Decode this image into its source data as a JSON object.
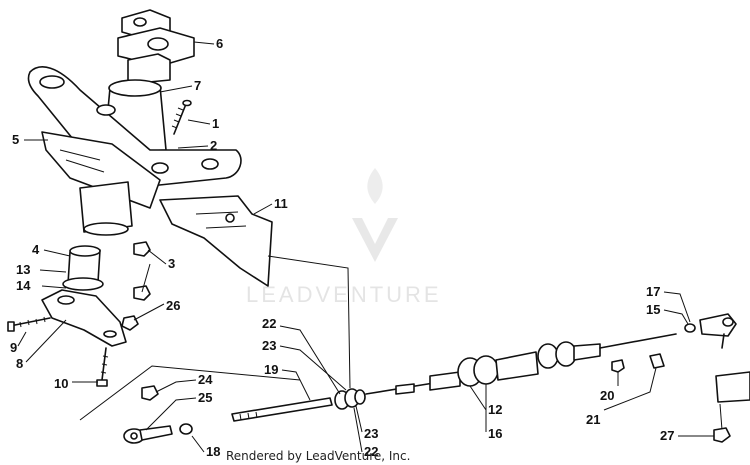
{
  "watermark": {
    "brand": "LEADVENTURE"
  },
  "credit": "Rendered by LeadVenture, Inc.",
  "callouts": [
    {
      "id": "c6",
      "label": "6"
    },
    {
      "id": "c7",
      "label": "7"
    },
    {
      "id": "c1",
      "label": "1"
    },
    {
      "id": "c2",
      "label": "2"
    },
    {
      "id": "c5",
      "label": "5"
    },
    {
      "id": "c11",
      "label": "11"
    },
    {
      "id": "c4",
      "label": "4"
    },
    {
      "id": "c3",
      "label": "3"
    },
    {
      "id": "c13",
      "label": "13"
    },
    {
      "id": "c14",
      "label": "14"
    },
    {
      "id": "c26",
      "label": "26"
    },
    {
      "id": "c9",
      "label": "9"
    },
    {
      "id": "c8",
      "label": "8"
    },
    {
      "id": "c10",
      "label": "10"
    },
    {
      "id": "c22a",
      "label": "22"
    },
    {
      "id": "c23a",
      "label": "23"
    },
    {
      "id": "c19",
      "label": "19"
    },
    {
      "id": "c24",
      "label": "24"
    },
    {
      "id": "c25",
      "label": "25"
    },
    {
      "id": "c18",
      "label": "18"
    },
    {
      "id": "c22b",
      "label": "22"
    },
    {
      "id": "c23b",
      "label": "23"
    },
    {
      "id": "c12",
      "label": "12"
    },
    {
      "id": "c16",
      "label": "16"
    },
    {
      "id": "c17",
      "label": "17"
    },
    {
      "id": "c15",
      "label": "15"
    },
    {
      "id": "c20",
      "label": "20"
    },
    {
      "id": "c21",
      "label": "21"
    },
    {
      "id": "c27",
      "label": "27"
    }
  ]
}
